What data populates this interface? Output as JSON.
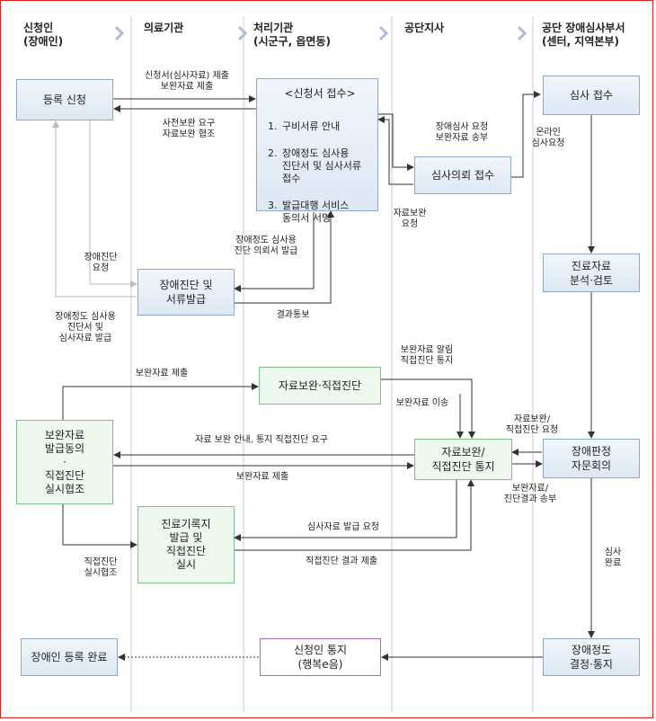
{
  "lanes": [
    {
      "title": "신청인\n(장애인)"
    },
    {
      "title": "의료기관"
    },
    {
      "title": "처리기관\n(시군구, 읍면동)"
    },
    {
      "title": "공단지사"
    },
    {
      "title": "공단 장애심사부서\n(센터, 지역본부)"
    }
  ],
  "boxes": {
    "register": "등록 신청",
    "intake_title": "<신청서 접수>",
    "intake_items": [
      {
        "num": "1.",
        "text": "구비서류 안내"
      },
      {
        "num": "2.",
        "text": "장애정도 심사용\n진단서 및 심사서류\n접수"
      },
      {
        "num": "3.",
        "text": "발급대행 서비스\n동의서 서명"
      }
    ],
    "review_request": "심사의뢰 접수",
    "review_receive": "심사 접수",
    "diagnosis": "장애진단 및\n서류발급",
    "record_review": "진료자료\n분석·검토",
    "supplement_direct": "자료보완·직접진단",
    "consent": "보완자료\n발급동의\n·\n직접진단\n실시협조",
    "supplement_notice": "자료보완/\n직접진단 통지",
    "committee": "장애판정\n자문회의",
    "medical_record": "진료기록지\n발급 및\n직접진단\n실시",
    "complete": "장애인 등록 완료",
    "applicant_notice": "신청인 통지\n(행복e음)",
    "decision": "장애정도\n결정·통지"
  },
  "labels": {
    "submit_application": "신청서(심사자료) 제출\n보완자료 제출",
    "pre_supplement": "사전보완 요구\n자료보완 협조",
    "request_review": "장애심사 요청\n보완자료 송부",
    "online_request": "온라인\n심사요청",
    "supplement_request": "자료보완\n요청",
    "issue_request": "장애정도 심사용\n진단 의뢰서 발급",
    "diagnosis_request": "장애진단\n요청",
    "result_notice": "결과통보",
    "issued_docs": "장애정도 심사용\n진단서 및\n심사자료 발급",
    "supplement_submit_top": "보완자료 제출",
    "supplement_alert": "보완자료 알림\n직접진단 통지",
    "supplement_transfer": "보완자료 이송",
    "committee_request": "자료보완/\n직접진단 요청",
    "guide_request": "자료 보완 안내, 통지 직접진단 요구",
    "supplement_submit_mid": "보완자료 제출",
    "send_results": "보완자료/\n진단결과 송부",
    "issue_review_request": "심사자료 발급 요청",
    "direct_result_submit": "직접진단 결과 제출",
    "direct_cooperation": "직접진단\n실시협조",
    "review_done": "심사\n완료"
  },
  "colors": {
    "frame": "#e02020",
    "blue_border": "#8fa9c9",
    "green_border": "#7dbf86",
    "purple_border": "#b067c4",
    "arrow": "#333333",
    "lane_divider": "#c9c9c9",
    "chevron": "#a9bfd9"
  }
}
